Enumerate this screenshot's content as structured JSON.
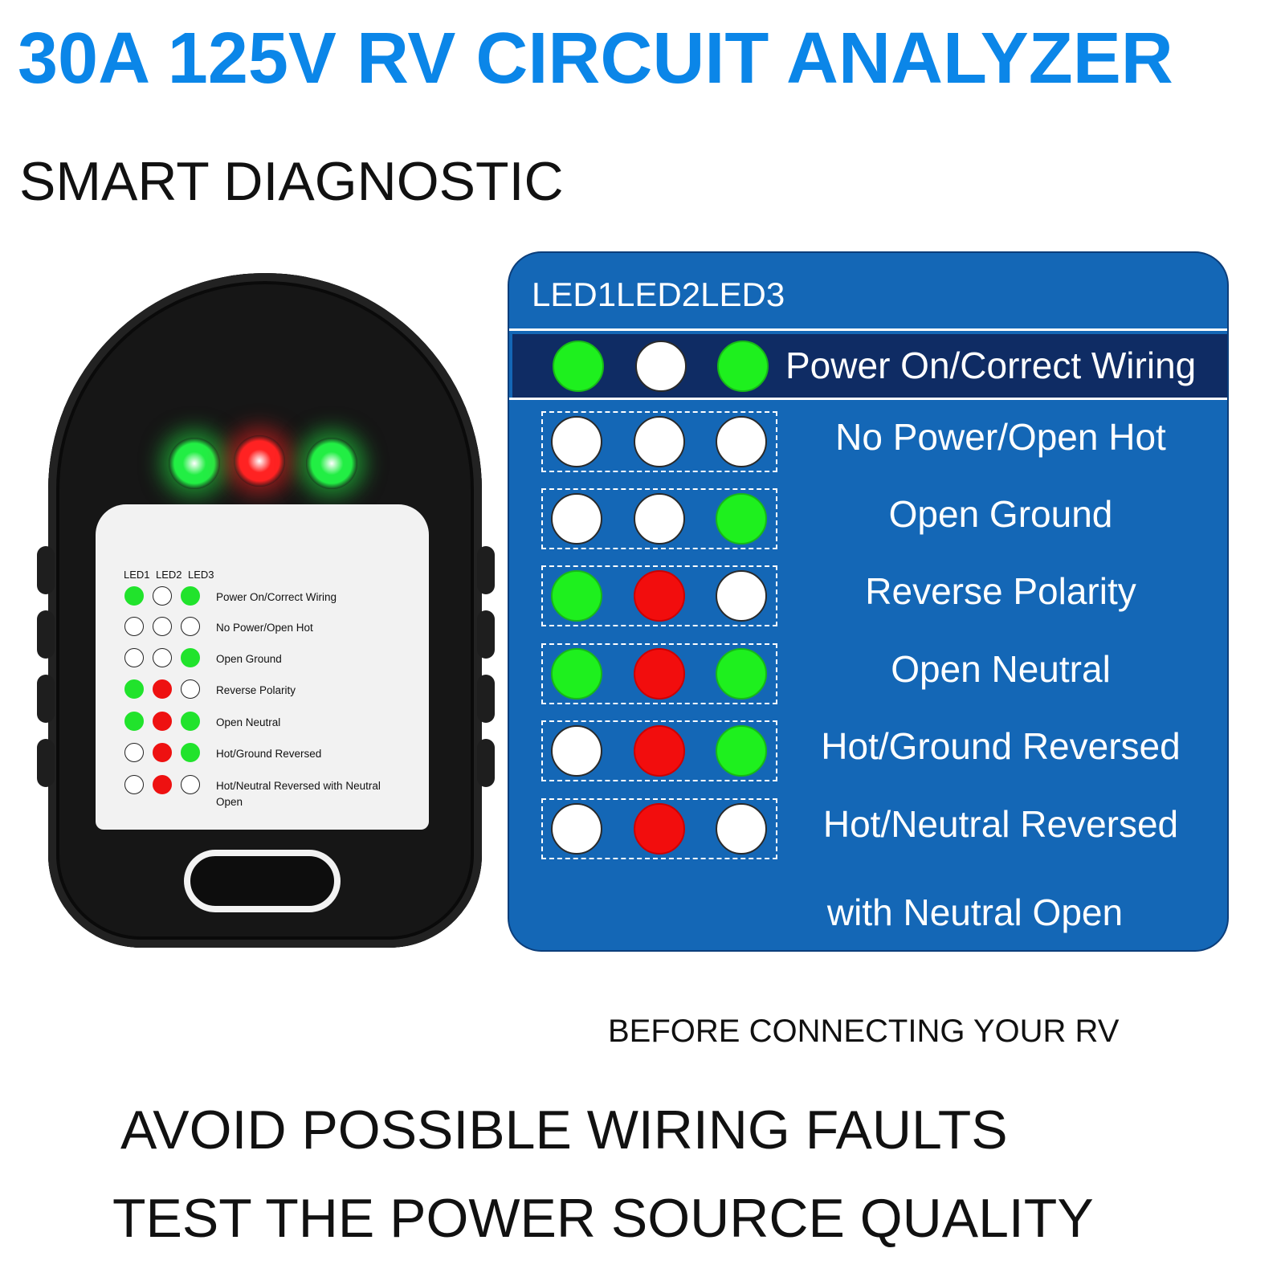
{
  "title": "30A 125V RV CIRCUIT ANALYZER",
  "subtitle": "SMART DIAGNOSTIC",
  "device": {
    "leds": [
      "green",
      "red",
      "green"
    ],
    "card_headers": [
      "LED1",
      "LED2",
      "LED3"
    ],
    "rows": [
      {
        "leds": [
          "green",
          "off",
          "green"
        ],
        "label": "Power On/Correct Wiring"
      },
      {
        "leds": [
          "off",
          "off",
          "off"
        ],
        "label": "No Power/Open Hot"
      },
      {
        "leds": [
          "off",
          "off",
          "green"
        ],
        "label": "Open Ground"
      },
      {
        "leds": [
          "green",
          "red",
          "off"
        ],
        "label": "Reverse Polarity"
      },
      {
        "leds": [
          "green",
          "red",
          "green"
        ],
        "label": "Open Neutral"
      },
      {
        "leds": [
          "off",
          "red",
          "green"
        ],
        "label": "Hot/Ground Reversed"
      },
      {
        "leds": [
          "off",
          "red",
          "off"
        ],
        "label": "Hot/Neutral Reversed with Neutral Open"
      }
    ]
  },
  "table": {
    "header": "LED1LED2LED3",
    "highlight": {
      "leds": [
        "green",
        "off",
        "green"
      ],
      "label": "Power On/Correct Wiring"
    },
    "rows": [
      {
        "leds": [
          "off",
          "off",
          "off"
        ],
        "label": "No Power/Open Hot"
      },
      {
        "leds": [
          "off",
          "off",
          "green"
        ],
        "label": "Open Ground"
      },
      {
        "leds": [
          "green",
          "red",
          "off"
        ],
        "label": "Reverse Polarity"
      },
      {
        "leds": [
          "green",
          "red",
          "green"
        ],
        "label": "Open Neutral"
      },
      {
        "leds": [
          "off",
          "red",
          "green"
        ],
        "label": "Hot/Ground Reversed"
      },
      {
        "leds": [
          "off",
          "red",
          "off"
        ],
        "label": "Hot/Neutral Reversed"
      }
    ],
    "footer_line": "with Neutral Open"
  },
  "before_text": "BEFORE CONNECTING YOUR RV",
  "avoid_text": "AVOID POSSIBLE WIRING FAULTS",
  "test_text": "TEST THE POWER SOURCE QUALITY",
  "colors": {
    "title": "#0b86e8",
    "panel": "#1467b6",
    "highlight": "#0f2c64",
    "green": "#1ef01e",
    "red": "#f20d0d"
  }
}
